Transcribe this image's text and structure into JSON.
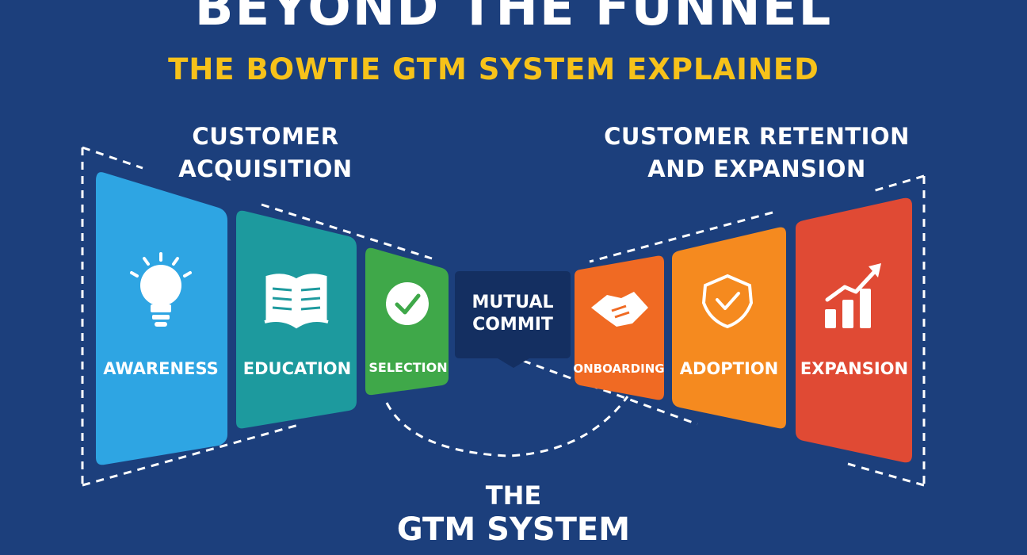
{
  "title": "BEYOND THE FUNNEL",
  "subtitle": "THE BOWTIE GTM SYSTEM EXPLAINED",
  "sections": {
    "left_line1": "CUSTOMER",
    "left_line2": "ACQUISITION",
    "right_line1": "CUSTOMER RETENTION",
    "right_line2": "AND EXPANSION"
  },
  "center": {
    "line1": "MUTUAL",
    "line2": "COMMIT"
  },
  "bottom": {
    "line1": "THE",
    "line2": "GTM SYSTEM"
  },
  "stages": [
    {
      "name": "AWARENESS",
      "icon": "lightbulb-icon",
      "color": "#2ea5e3"
    },
    {
      "name": "EDUCATION",
      "icon": "book-icon",
      "color": "#1d9a9e"
    },
    {
      "name": "SELECTION",
      "icon": "check-circle-icon",
      "color": "#3fa849"
    },
    {
      "name": "ONBOARDING",
      "icon": "handshake-icon",
      "color": "#f06a23"
    },
    {
      "name": "ADOPTION",
      "icon": "shield-check-icon",
      "color": "#f58a1f"
    },
    {
      "name": "EXPANSION",
      "icon": "growth-chart-icon",
      "color": "#e04a34"
    }
  ],
  "colors": {
    "background": "#1c3f7c",
    "center_box": "#142f61",
    "accent": "#f7c21a"
  }
}
